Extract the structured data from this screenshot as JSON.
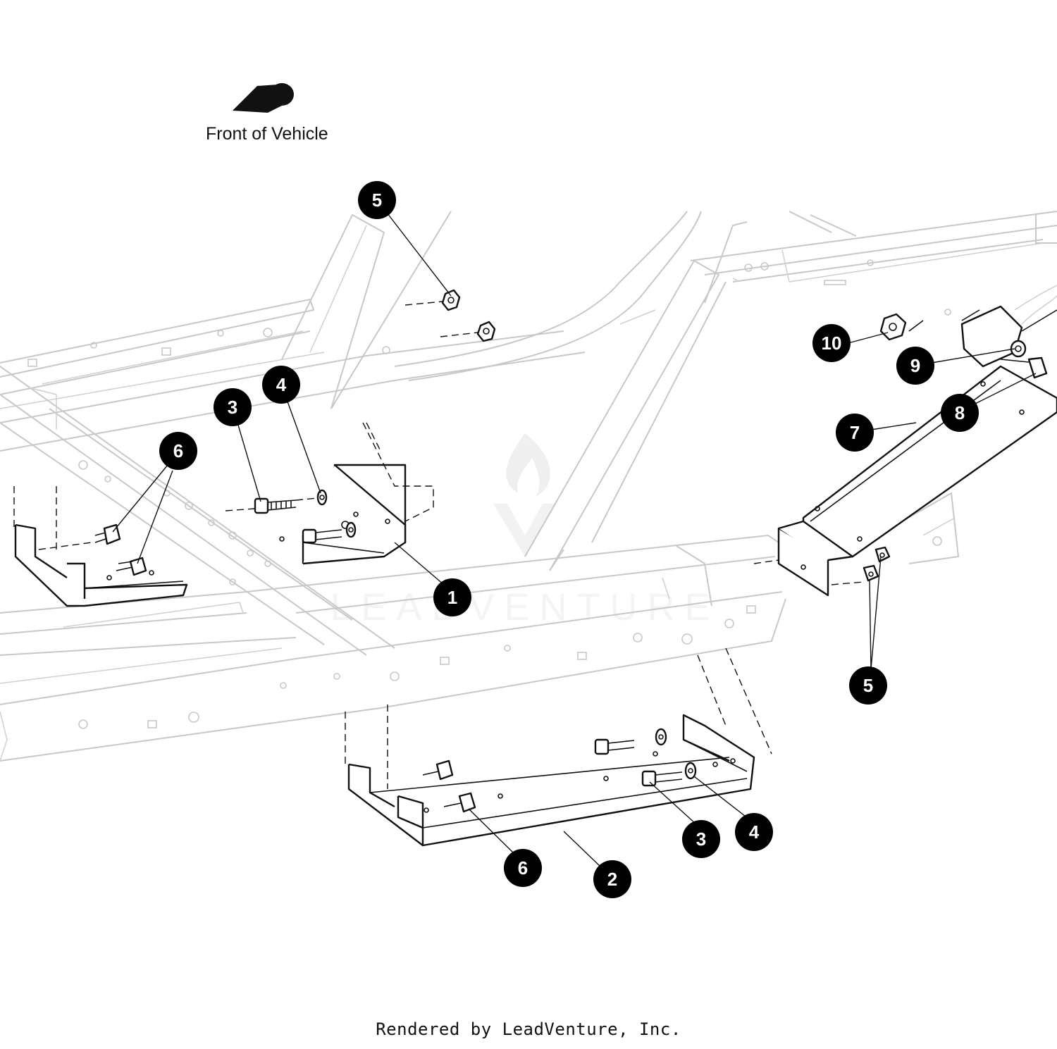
{
  "header": {
    "orientation_label": "Front of Vehicle",
    "orientation_icon": "vehicle-front-arrow-icon"
  },
  "footer": {
    "rendered_by": "Rendered by LeadVenture, Inc."
  },
  "watermark": {
    "brand": "LEADVENTURE",
    "color": "#e6e6e6"
  },
  "colors": {
    "frame_lines": "#c8c8c8",
    "parts": "#111111",
    "callouts": "#000000",
    "callout_text": "#ffffff"
  },
  "callouts": [
    {
      "id": "callout-5-top",
      "label": "5"
    },
    {
      "id": "callout-10",
      "label": "10"
    },
    {
      "id": "callout-9",
      "label": "9"
    },
    {
      "id": "callout-4-left",
      "label": "4"
    },
    {
      "id": "callout-3-left",
      "label": "3"
    },
    {
      "id": "callout-8",
      "label": "8"
    },
    {
      "id": "callout-7",
      "label": "7"
    },
    {
      "id": "callout-6-left",
      "label": "6"
    },
    {
      "id": "callout-1",
      "label": "1"
    },
    {
      "id": "callout-5-right",
      "label": "5"
    },
    {
      "id": "callout-3-bottom",
      "label": "3"
    },
    {
      "id": "callout-4-bottom",
      "label": "4"
    },
    {
      "id": "callout-6-bottom",
      "label": "6"
    },
    {
      "id": "callout-2",
      "label": "2"
    }
  ]
}
